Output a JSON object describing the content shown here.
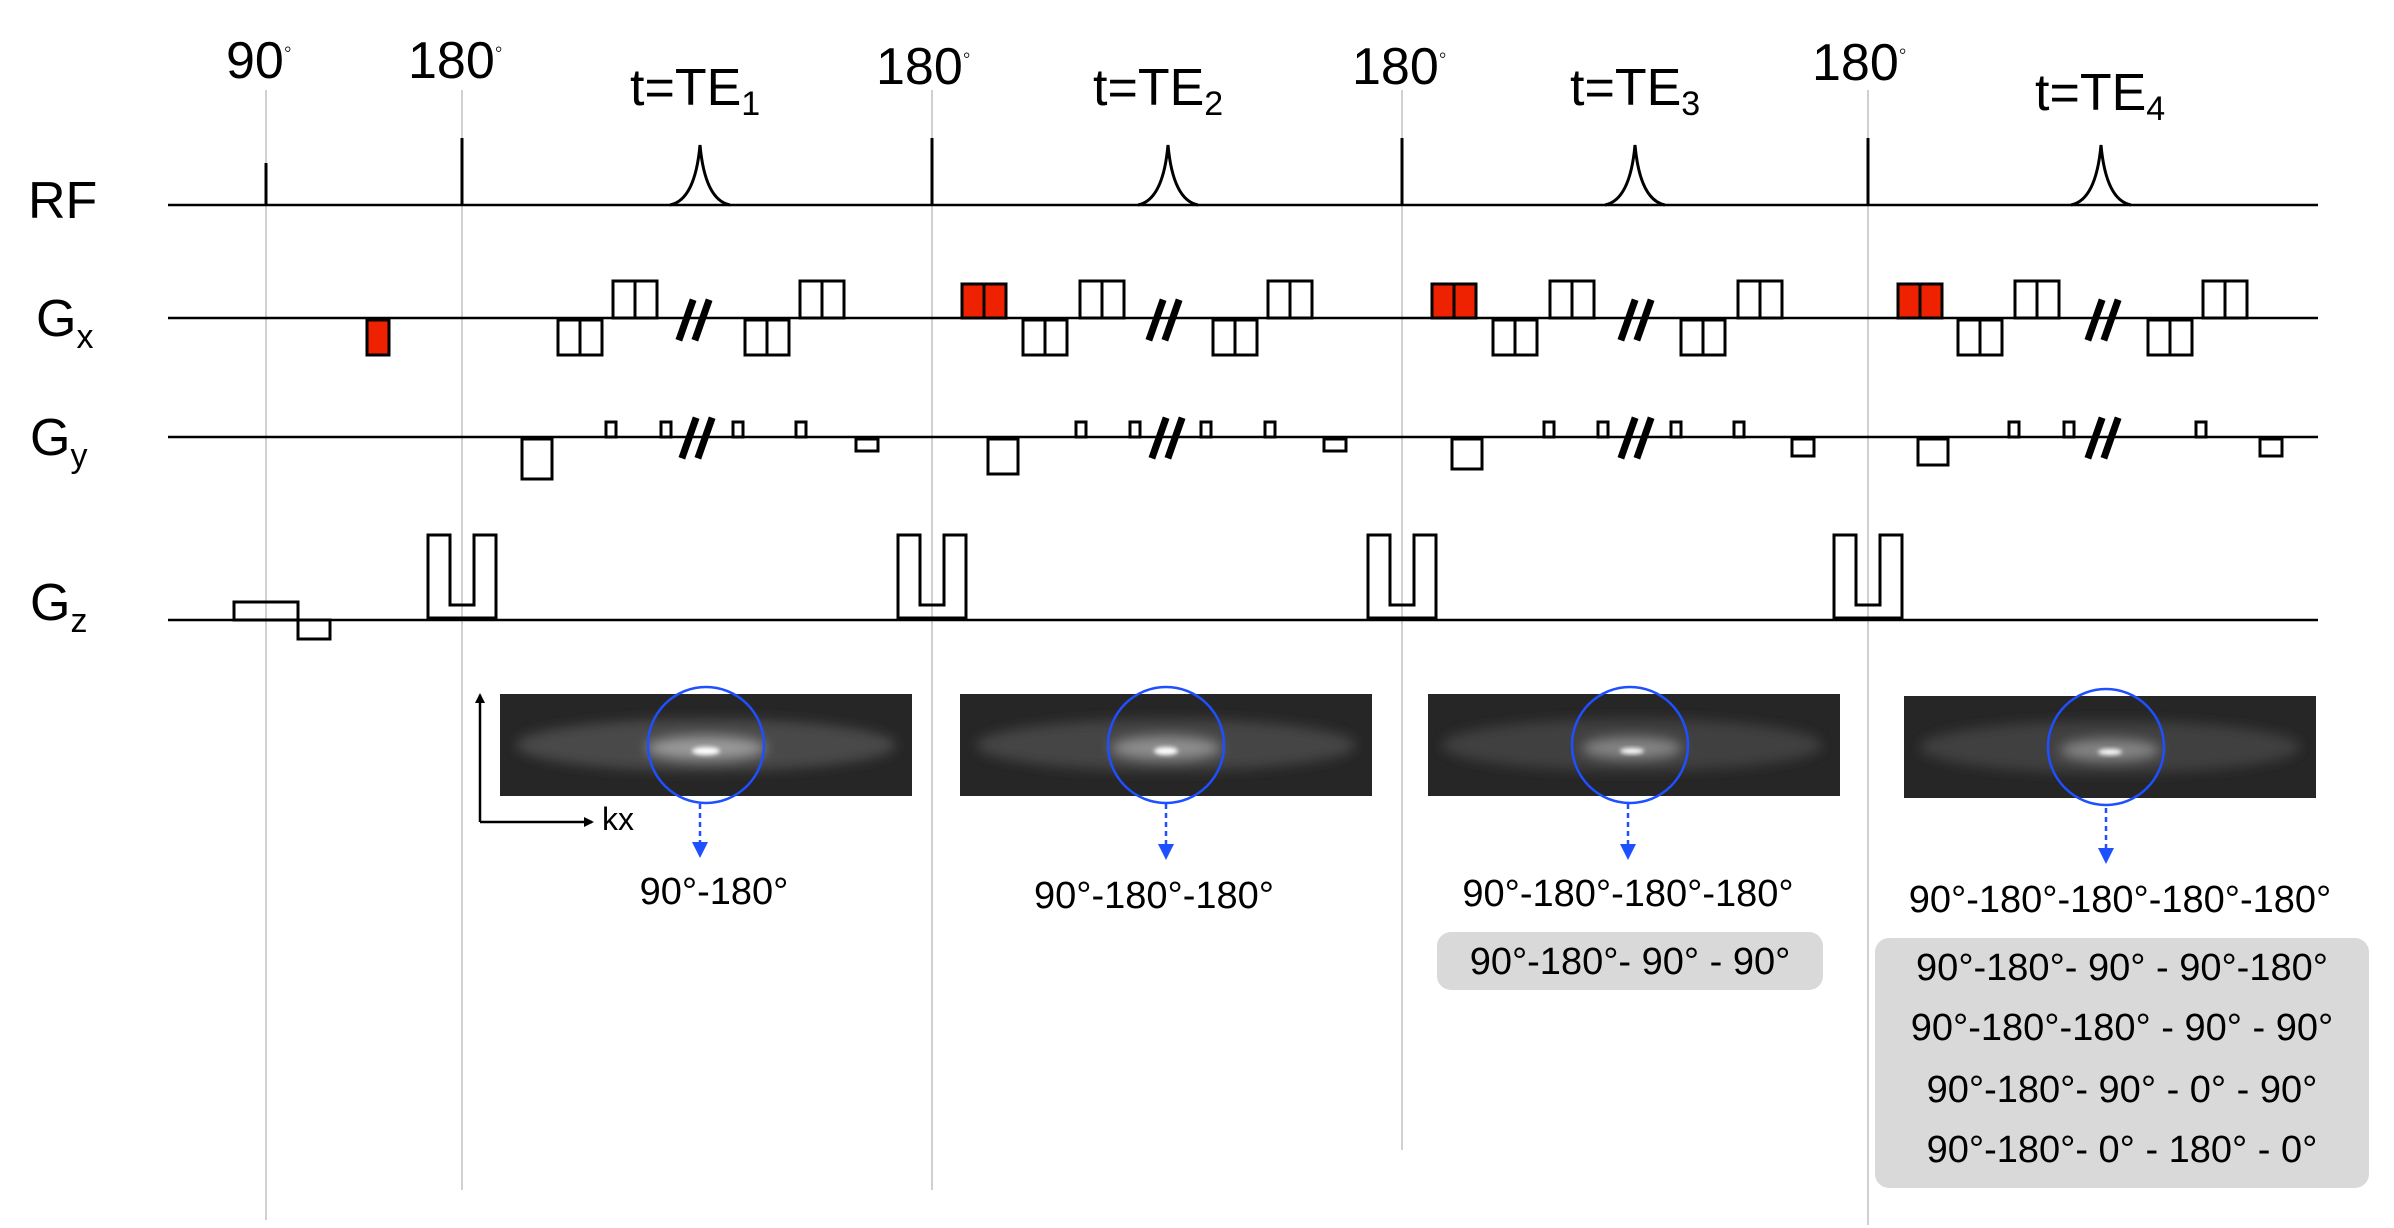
{
  "channels": {
    "rf": "RF",
    "gx": "G",
    "gx_sub": "x",
    "gy": "G",
    "gy_sub": "y",
    "gz": "G",
    "gz_sub": "z"
  },
  "pulse_labels": [
    {
      "angle": "90",
      "unit": "◦"
    },
    {
      "angle": "180",
      "unit": "◦"
    },
    {
      "angle": "180",
      "unit": "◦"
    },
    {
      "angle": "180",
      "unit": "◦"
    },
    {
      "angle": "180",
      "unit": "◦"
    }
  ],
  "echo_labels": [
    {
      "text": "t=TE",
      "index": "1"
    },
    {
      "text": "t=TE",
      "index": "2"
    },
    {
      "text": "t=TE",
      "index": "3"
    },
    {
      "text": "t=TE",
      "index": "4"
    }
  ],
  "axis_label": "kx",
  "pathways": [
    {
      "main": "90°-180°",
      "highlighted": []
    },
    {
      "main": "90°-180°-180°",
      "highlighted": []
    },
    {
      "main": "90°-180°-180°-180°",
      "highlighted": [
        "90°-180°- 90° - 90°"
      ]
    },
    {
      "main": "90°-180°-180°-180°-180°",
      "highlighted": [
        "90°-180°- 90°  - 90°-180°",
        "90°-180°-180° - 90° - 90°",
        "90°-180°- 90°  - 0°  - 90°",
        "90°-180°-  0°  - 180° - 0°"
      ]
    }
  ],
  "colors": {
    "crusher": "#ee2200",
    "arrow": "#1e50ff",
    "highlight": "#d9d9d9",
    "ink": "#000000",
    "guide": "#d0d0d0"
  }
}
